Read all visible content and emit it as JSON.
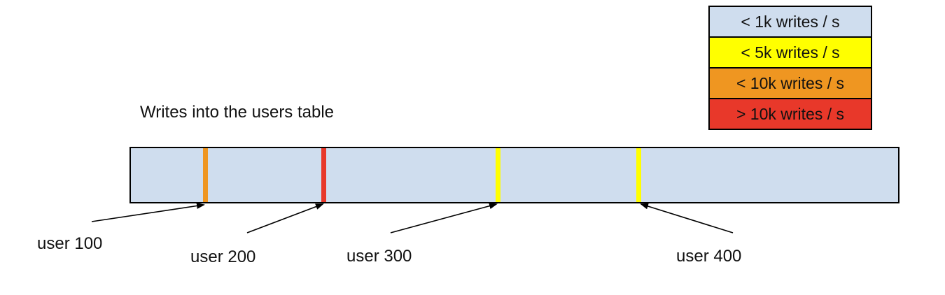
{
  "diagram": {
    "title": "Writes into the users table"
  },
  "legend": {
    "items": [
      {
        "label": "< 1k writes / s",
        "color": "#cfddee"
      },
      {
        "label": "< 5k writes / s",
        "color": "#ffff00"
      },
      {
        "label": "< 10k writes / s",
        "color": "#ef9621"
      },
      {
        "label": "> 10k writes / s",
        "color": "#e8382a"
      }
    ]
  },
  "bar": {
    "fill": "#cfddee",
    "border": "#000000",
    "stripes": [
      {
        "name": "user-100-stripe",
        "color": "#ef9621"
      },
      {
        "name": "user-200-stripe",
        "color": "#e8382a"
      },
      {
        "name": "user-300-stripe",
        "color": "#ffff00"
      },
      {
        "name": "user-400-stripe",
        "color": "#ffff00"
      }
    ]
  },
  "labels": [
    {
      "text": "user 100"
    },
    {
      "text": "user 200"
    },
    {
      "text": "user 300"
    },
    {
      "text": "user 400"
    }
  ]
}
